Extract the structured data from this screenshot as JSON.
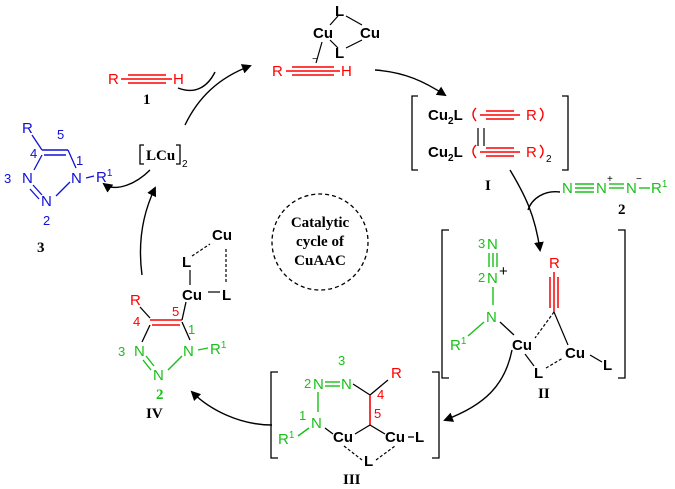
{
  "colors": {
    "red": "#ff0000",
    "blue": "#1010d8",
    "green": "#18c018",
    "black": "#000000"
  },
  "center": {
    "line1": "Catalytic",
    "line2": "cycle of",
    "line3": "CuAAC"
  },
  "labels": {
    "compound1": "1",
    "compound2": "2",
    "compound3": "3",
    "intermediate1": "I",
    "intermediate2": "II",
    "intermediate3": "III",
    "intermediate4": "IV"
  },
  "catalyst": {
    "main": "LCu",
    "sub": "2"
  },
  "atoms": {
    "R": "R",
    "H": "H",
    "Cu": "Cu",
    "L": "L",
    "N": "N",
    "R1": "R",
    "sup1": "1",
    "Cu2L": "Cu",
    "two": "2",
    "plus": "+",
    "minus": "−",
    "n1": "1",
    "n2": "2",
    "n3": "3",
    "n4": "4",
    "n5": "5"
  }
}
